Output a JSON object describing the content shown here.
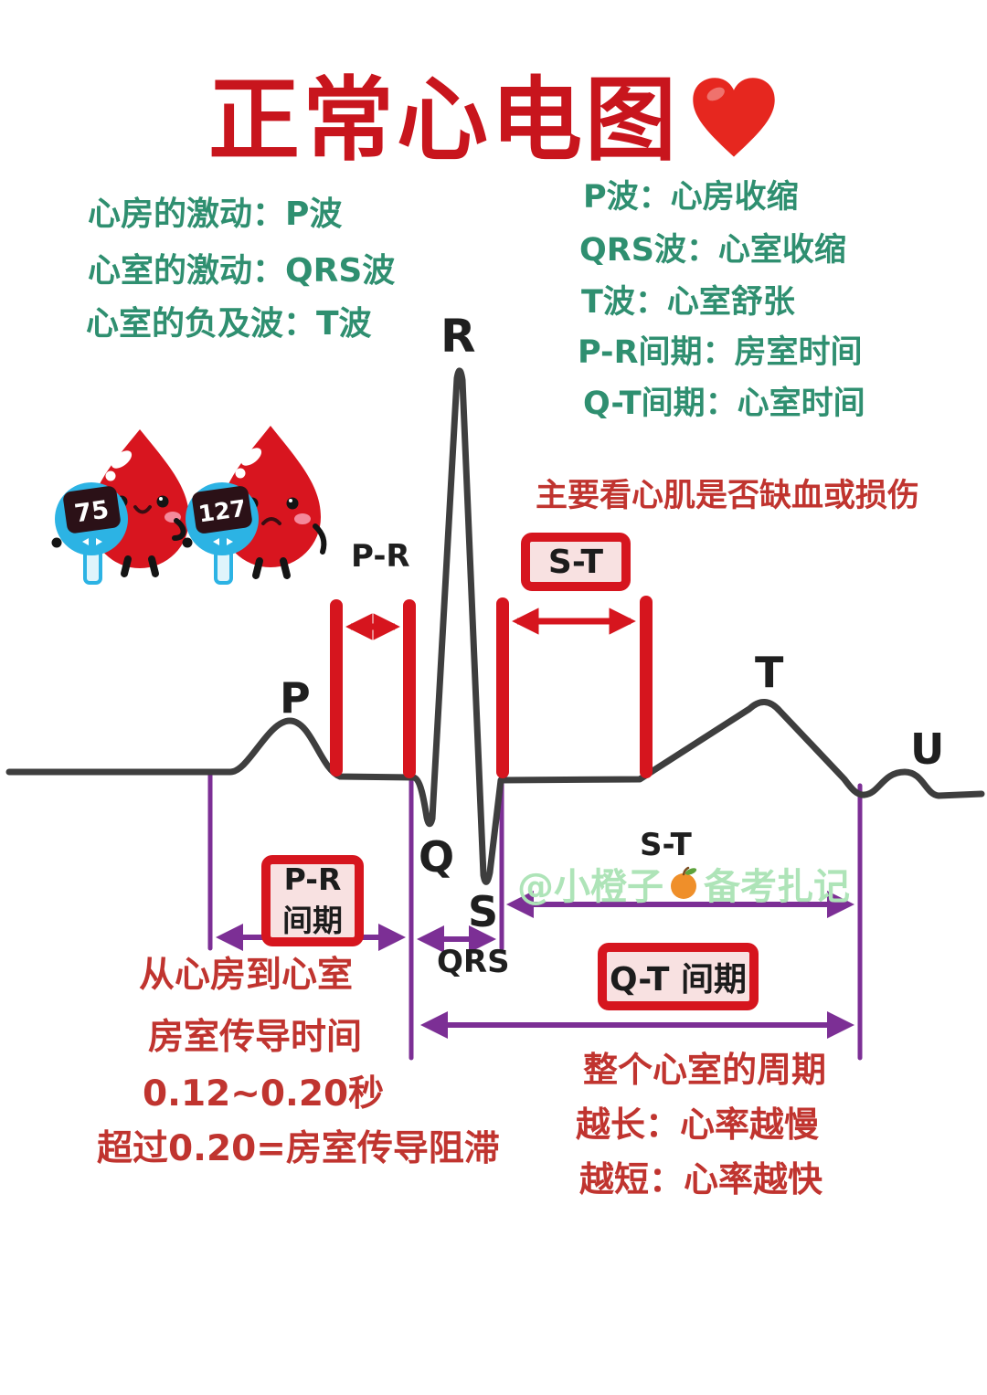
{
  "title": {
    "text": "正常心电图",
    "heart_icon": "red-heart"
  },
  "left_notes": [
    "心房的激动：P波",
    "心室的激动：QRS波",
    "心室的负及波：T波"
  ],
  "right_notes": [
    "P波：心房收缩",
    "QRS波：心室收缩",
    "T波：心室舒张",
    "P-R间期：房室时间",
    "Q-T间期：心室时间"
  ],
  "center_note": "主要看心肌是否缺血或损伤",
  "wave_labels": {
    "p": "P",
    "q": "Q",
    "r": "R",
    "s": "S",
    "t": "T",
    "u": "U"
  },
  "segment_labels": {
    "pr_top": "P-R",
    "st_top_box": "S-T",
    "st_bottom": "S-T",
    "qrs": "QRS",
    "pr_box_line1": "P-R",
    "pr_box_line2": "间期",
    "qt_box": "Q-T 间期"
  },
  "watermark": {
    "prefix": "@小橙子",
    "orange_icon": "orange-icon",
    "suffix": "备考扎记"
  },
  "bottom_left_notes": [
    "从心房到心室",
    "房室传导时间",
    "0.12~0.20秒",
    "超过0.20=房室传导阻滞"
  ],
  "bottom_right_notes": [
    "整个心室的周期",
    "越长：心率越慢",
    "越短：心率越快"
  ],
  "characters": {
    "happy_drop_meter": "75",
    "sad_drop_meter": "127"
  },
  "colors": {
    "title_red": "#c8151d",
    "note_green": "#2f8f70",
    "handwriting_red": "#c0342f",
    "marker_red": "#d6151e",
    "interval_purple": "#7c2f95",
    "watermark_green": "#aee4b8",
    "wave_dark": "#3e3e3e",
    "box_pink": "#f8e1e1",
    "drop_red": "#d8151f",
    "meter_blue": "#2cb3e4"
  }
}
